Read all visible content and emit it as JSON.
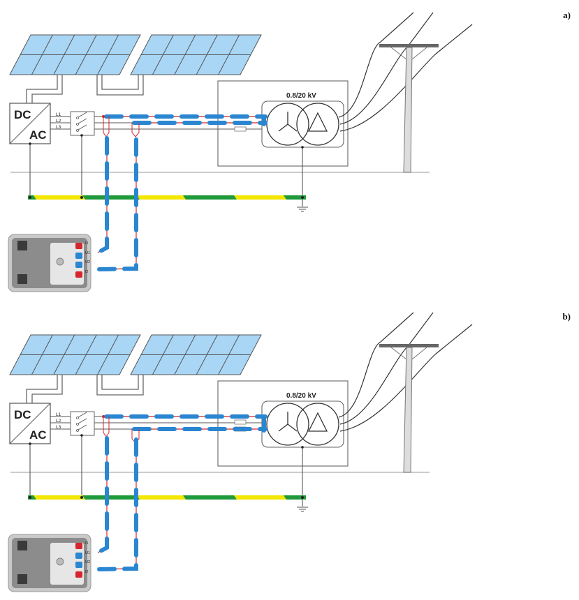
{
  "figure": {
    "panels": [
      {
        "id": "a",
        "label": "a)",
        "variant": "a"
      },
      {
        "id": "b",
        "label": "b)",
        "variant": "b"
      }
    ],
    "inverter": {
      "top_label": "DC",
      "bottom_label": "AC"
    },
    "phase_labels": [
      "L1",
      "L2",
      "L3"
    ],
    "transformer": {
      "rating_label": "0.8/20 kV",
      "primary_symbol": "wye",
      "secondary_symbol": "delta"
    },
    "meter_terminals": [
      "I1",
      "U1",
      "U2",
      "I2"
    ],
    "colors": {
      "panel_fill": "#a9d6f5",
      "probe_blue": "#2a86d1",
      "probe_red": "#d4262c",
      "pe_green": "#1e9a3a",
      "pe_yellow": "#f3e600",
      "line_gray": "#555555",
      "meter_body": "#8c8c8c"
    }
  }
}
